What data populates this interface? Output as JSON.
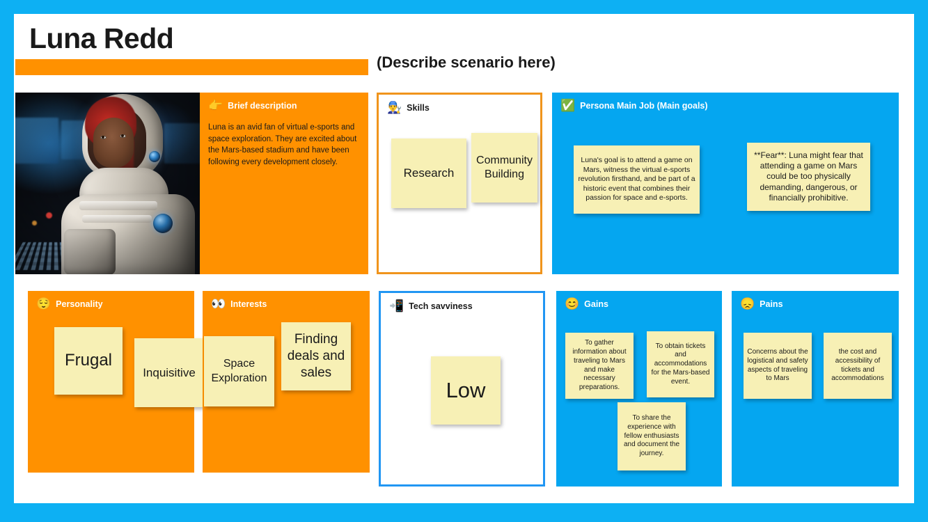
{
  "colors": {
    "frame_blue": "#0DB0F3",
    "panel_orange": "#FF9100",
    "panel_blue": "#05A6F0",
    "sticky_yellow": "#F7F0B5",
    "border_orange": "#F0941C",
    "border_blue": "#2196F3",
    "text_dark": "#1A1A1A"
  },
  "header": {
    "persona_name": "Luna Redd",
    "scenario_title": "(Describe scenario here)"
  },
  "photo": {
    "alt": "Portrait of an astronaut with red hair in a spacesuit seated at a dark control room console"
  },
  "panels": {
    "brief": {
      "icon": "👉",
      "icon_name": "pointing-hand-icon",
      "label": "Brief description",
      "text": "Luna is an avid fan of virtual e-sports and space exploration. They are excited about the Mars-based stadium and have been following every development closely."
    },
    "skills": {
      "icon": "👨‍🔧",
      "icon_name": "mechanic-icon",
      "label": "Skills",
      "notes": [
        "Research",
        "Community Building"
      ]
    },
    "main_job": {
      "icon": "✅",
      "icon_name": "check-mark-icon",
      "label": "Persona Main Job (Main goals)",
      "notes": [
        "Luna's goal is to attend a game on Mars, witness the virtual e-sports revolution firsthand, and be part of a historic event that combines their passion for space and e-sports.",
        "**Fear**: Luna might fear that attending a game on Mars could be too physically demanding, dangerous, or financially prohibitive."
      ]
    },
    "personality": {
      "icon": "😌",
      "icon_name": "relieved-face-icon",
      "label": "Personality",
      "notes": [
        "Frugal",
        "Inquisitive"
      ]
    },
    "interests": {
      "icon": "👀",
      "icon_name": "eyes-icon",
      "label": "Interests",
      "notes": [
        "Space Exploration",
        "Finding deals and sales"
      ]
    },
    "tech_savviness": {
      "icon": "📲",
      "icon_name": "mobile-phone-with-arrow-icon",
      "label": "Tech savviness",
      "notes": [
        "Low"
      ]
    },
    "gains": {
      "icon": "😊",
      "icon_name": "smiling-face-icon",
      "label": "Gains",
      "notes": [
        "To gather information about traveling to Mars and make necessary preparations.",
        "To obtain tickets and accommodations for the Mars-based event.",
        "To share the experience with fellow enthusiasts and document the journey."
      ]
    },
    "pains": {
      "icon": "😞",
      "icon_name": "disappointed-face-icon",
      "label": "Pains",
      "notes": [
        "Concerns about the logistical and safety aspects of traveling to Mars",
        "the cost and accessibility of tickets and accommodations"
      ]
    }
  }
}
